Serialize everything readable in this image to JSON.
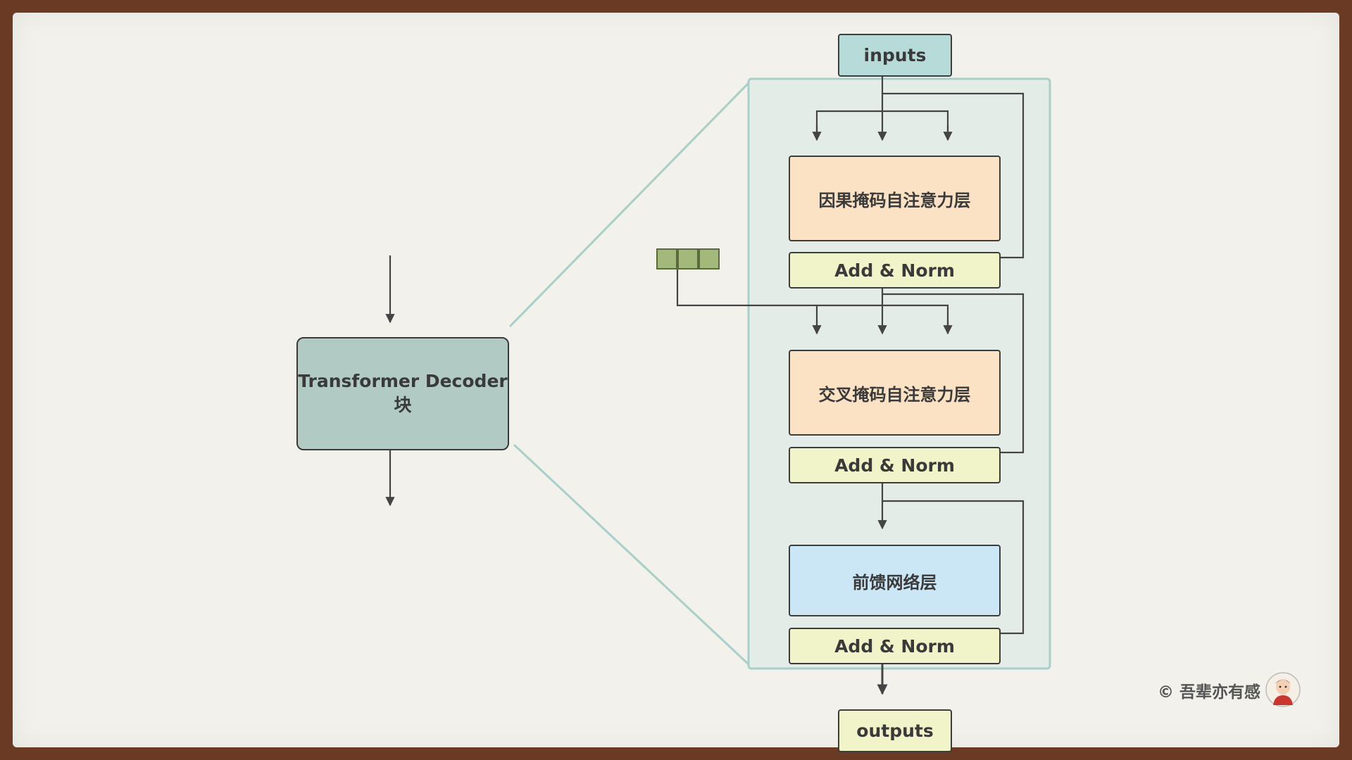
{
  "colors": {
    "background": "#f2f1ec",
    "frame": "#6a3a24",
    "inputs_fill": "#b7dbd8",
    "attention_fill": "#fbe2c5",
    "add_norm_fill": "#f1f3c8",
    "ffn_fill": "#cbe6f5",
    "decoder_fill": "#b1cbc4",
    "expanded_panel_fill": "#e4ece8",
    "memory_cell_fill": "#a3b87b"
  },
  "diagram": {
    "inputs_label": "inputs",
    "outputs_label": "outputs",
    "causal_attention_label": "因果掩码自注意力层",
    "cross_attention_label": "交叉掩码自注意力层",
    "feed_forward_label": "前馈网络层",
    "add_norm_1_label": "Add & Norm",
    "add_norm_2_label": "Add & Norm",
    "add_norm_3_label": "Add & Norm",
    "decoder_block_label": "Transformer Decoder 块"
  },
  "footer": {
    "copyright": "© 吾辈亦有感"
  }
}
